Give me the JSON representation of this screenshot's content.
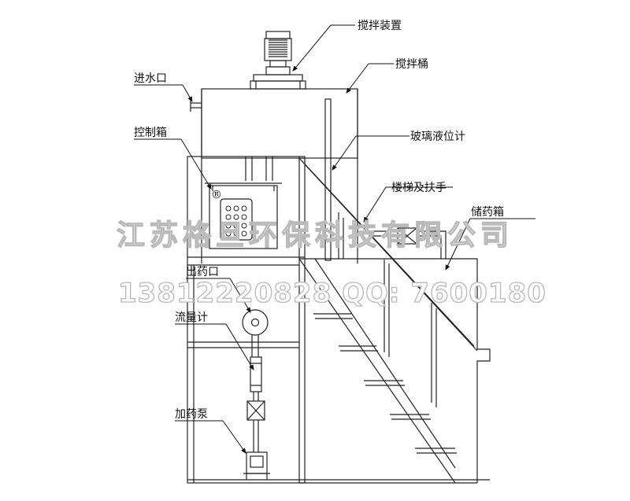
{
  "labels": {
    "agitator_device": "搅拌装置",
    "mixing_tank": "搅拌桶",
    "water_inlet": "进水口",
    "glass_level_gauge": "玻璃液位计",
    "control_box": "控制箱",
    "ladder_handrail": "楼梯及扶手",
    "storage_tank": "储药箱",
    "chemical_outlet": "出药口",
    "flow_meter": "流量计",
    "dosing_pump": "加药泵"
  },
  "control_box_mark": "®",
  "watermark": {
    "company": "江苏格旦环保科技有限公司",
    "contact": "13812220828  QQ: 7600180"
  }
}
